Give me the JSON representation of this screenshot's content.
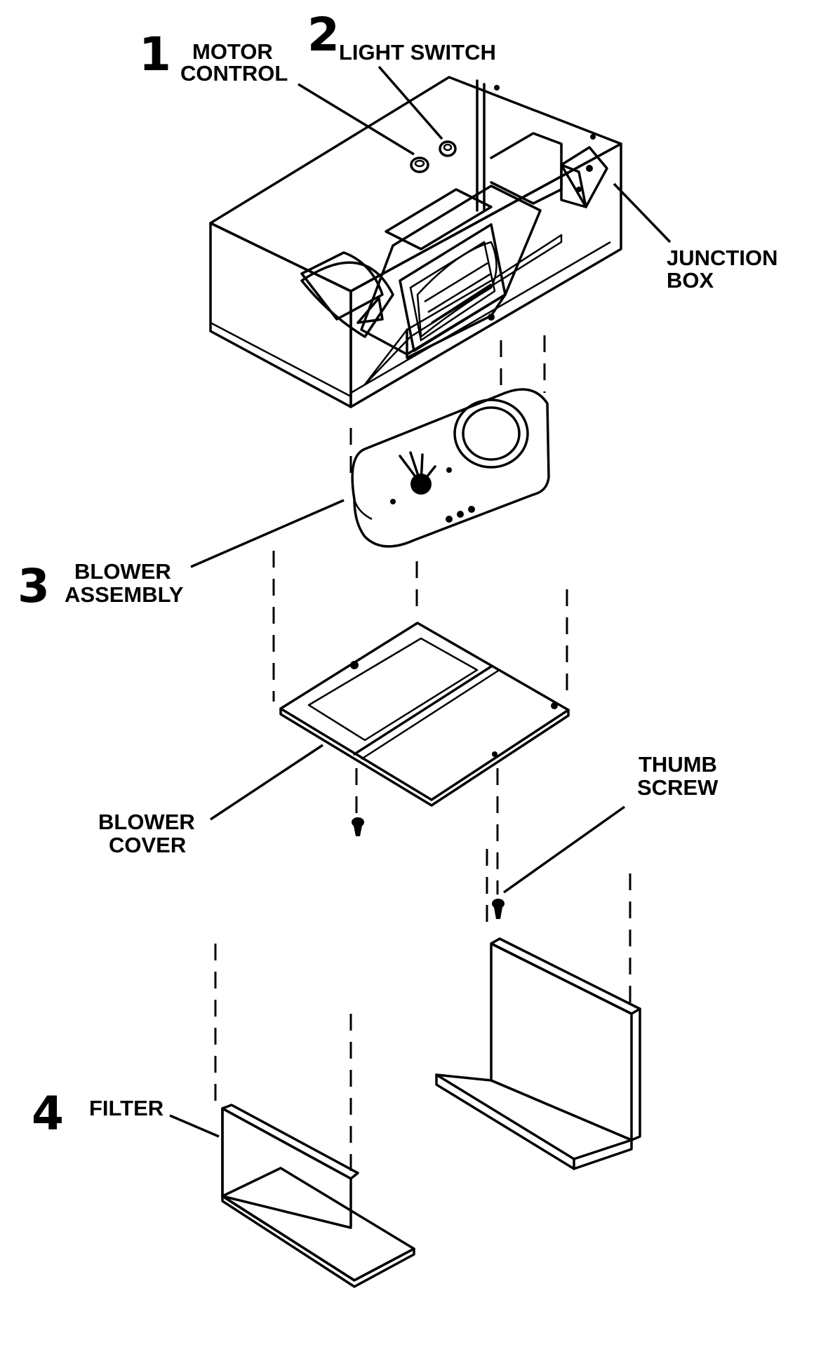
{
  "labels": {
    "motor_control_l1": "MOTOR",
    "motor_control_l2": "CONTROL",
    "light_switch": "LIGHT SWITCH",
    "junction_box_l1": "JUNCTION",
    "junction_box_l2": "BOX",
    "blower_assembly_l1": "BLOWER",
    "blower_assembly_l2": "ASSEMBLY",
    "blower_cover_l1": "BLOWER",
    "blower_cover_l2": "COVER",
    "thumb_screw_l1": "THUMB",
    "thumb_screw_l2": "SCREW",
    "filter": "FILTER"
  },
  "callout_numbers": {
    "motor_control": "1",
    "light_switch": "2",
    "blower_assembly": "3",
    "filter": "4"
  }
}
